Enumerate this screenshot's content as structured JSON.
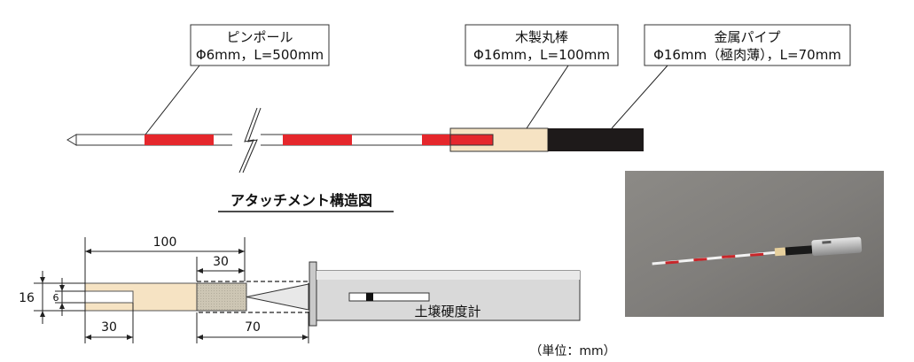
{
  "callouts": {
    "pin_pole": {
      "name": "ピンポール",
      "spec": "Φ6mm，L=500mm"
    },
    "wood_rod": {
      "name": "木製丸棒",
      "spec": "Φ16mm，L=100mm"
    },
    "metal_pipe": {
      "name": "金属パイプ",
      "spec": "Φ16mm（極肉薄），L=70mm"
    }
  },
  "section_title": "アタッチメント構造図",
  "dimensions": {
    "total_wood": "100",
    "overlap": "30",
    "slot_depth": "30",
    "pipe_len": "70",
    "diameter": "16",
    "slot_width": "6"
  },
  "meter_label": "土壌硬度計",
  "unit_note": "（単位：mm）",
  "colors": {
    "stripe_red": "#e5272c",
    "wood": "#f6e3c3",
    "pipe": "#1e1a1a",
    "hatch": "#cdc6b4",
    "meter": "#d9d9d9"
  }
}
